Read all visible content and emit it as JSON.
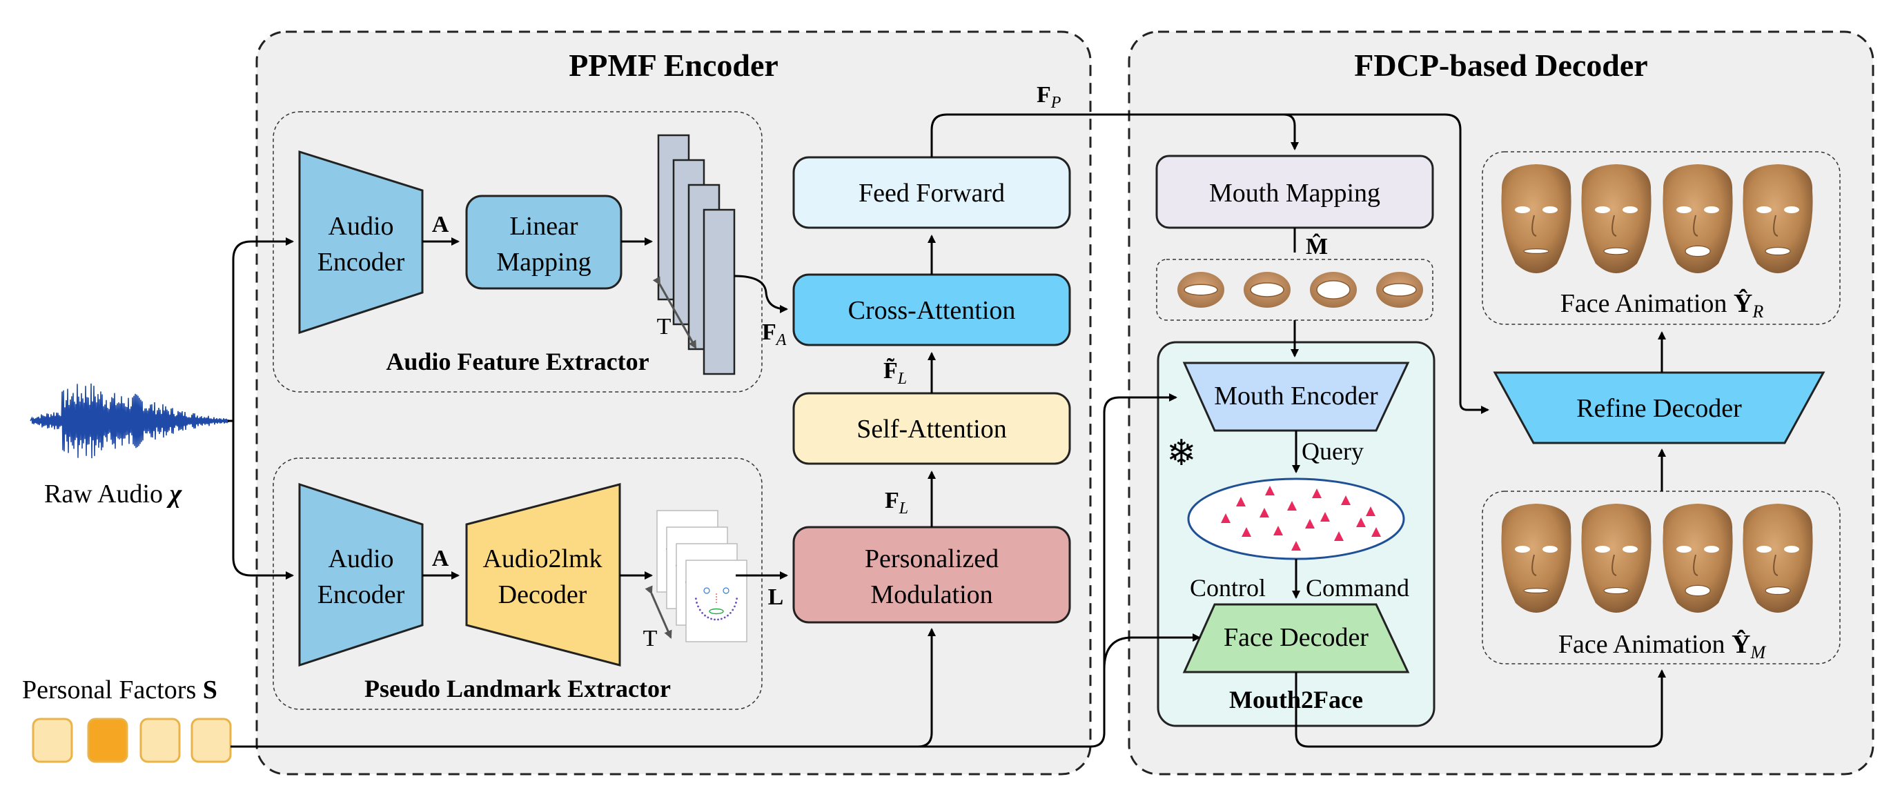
{
  "encoder": {
    "title": "PPMF Encoder",
    "audio_feature_extractor": {
      "label": "Audio Feature Extractor",
      "audio_encoder": [
        "Audio",
        "Encoder"
      ],
      "a_symbol": "A",
      "linear_mapping": [
        "Linear",
        "Mapping"
      ],
      "t_label": "T",
      "fa_base": "F",
      "fa_sub": "A"
    },
    "pseudo_landmark_extractor": {
      "label": "Pseudo Landmark Extractor",
      "audio_encoder": [
        "Audio",
        "Encoder"
      ],
      "a_symbol": "A",
      "audio2lmk": [
        "Audio2lmk",
        "Decoder"
      ],
      "t_label": "T",
      "l_symbol": "L"
    },
    "feed_forward": "Feed Forward",
    "cross_attention": "Cross-Attention",
    "self_attention": "Self-Attention",
    "personalized_modulation": [
      "Personalized",
      "Modulation"
    ],
    "fp_base": "F",
    "fp_sub": "P",
    "ftl_base": "F̃",
    "ftl_sub": "L",
    "fl_base": "F",
    "fl_sub": "L"
  },
  "inputs": {
    "raw_audio_text": "Raw Audio ",
    "raw_audio_symbol": "χ",
    "personal_factors_text": "Personal Factors ",
    "personal_factors_symbol": "S",
    "factor_colors": [
      "#fde5b0",
      "#f5a623",
      "#fde5b0",
      "#fde5b0"
    ]
  },
  "decoder": {
    "title": "FDCP-based Decoder",
    "mouth_mapping": "Mouth Mapping",
    "m_hat": "M̂",
    "mouth2face": {
      "label": "Mouth2Face",
      "mouth_encoder": "Mouth Encoder",
      "query": "Query",
      "control": "Control",
      "command": "Command",
      "face_decoder": "Face Decoder",
      "frozen_icon": "❄"
    },
    "refine_decoder": "Refine Decoder",
    "face_animation_r_text": "Face Animation ",
    "face_animation_r_base": "Ŷ",
    "face_animation_r_sub": "R",
    "face_animation_m_text": "Face Animation ",
    "face_animation_m_base": "Ŷ",
    "face_animation_m_sub": "M"
  },
  "colors": {
    "encoder_block": "#8ecae8",
    "linear_mapping": "#8ecae8",
    "audio2lmk": "#fcd983",
    "feed_forward": "#e3f4fc",
    "cross_attention": "#6fd0fa",
    "self_attention": "#fdf0c8",
    "personalized_modulation": "#e2aaa8",
    "mouth_mapping": "#ece8f1",
    "mouth_encoder": "#c1ddfb",
    "face_decoder": "#b8e6b4",
    "refine_decoder": "#6fd0fa",
    "mouth2face_bg": "#e5f6f5",
    "panel_bg": "#efefef"
  }
}
